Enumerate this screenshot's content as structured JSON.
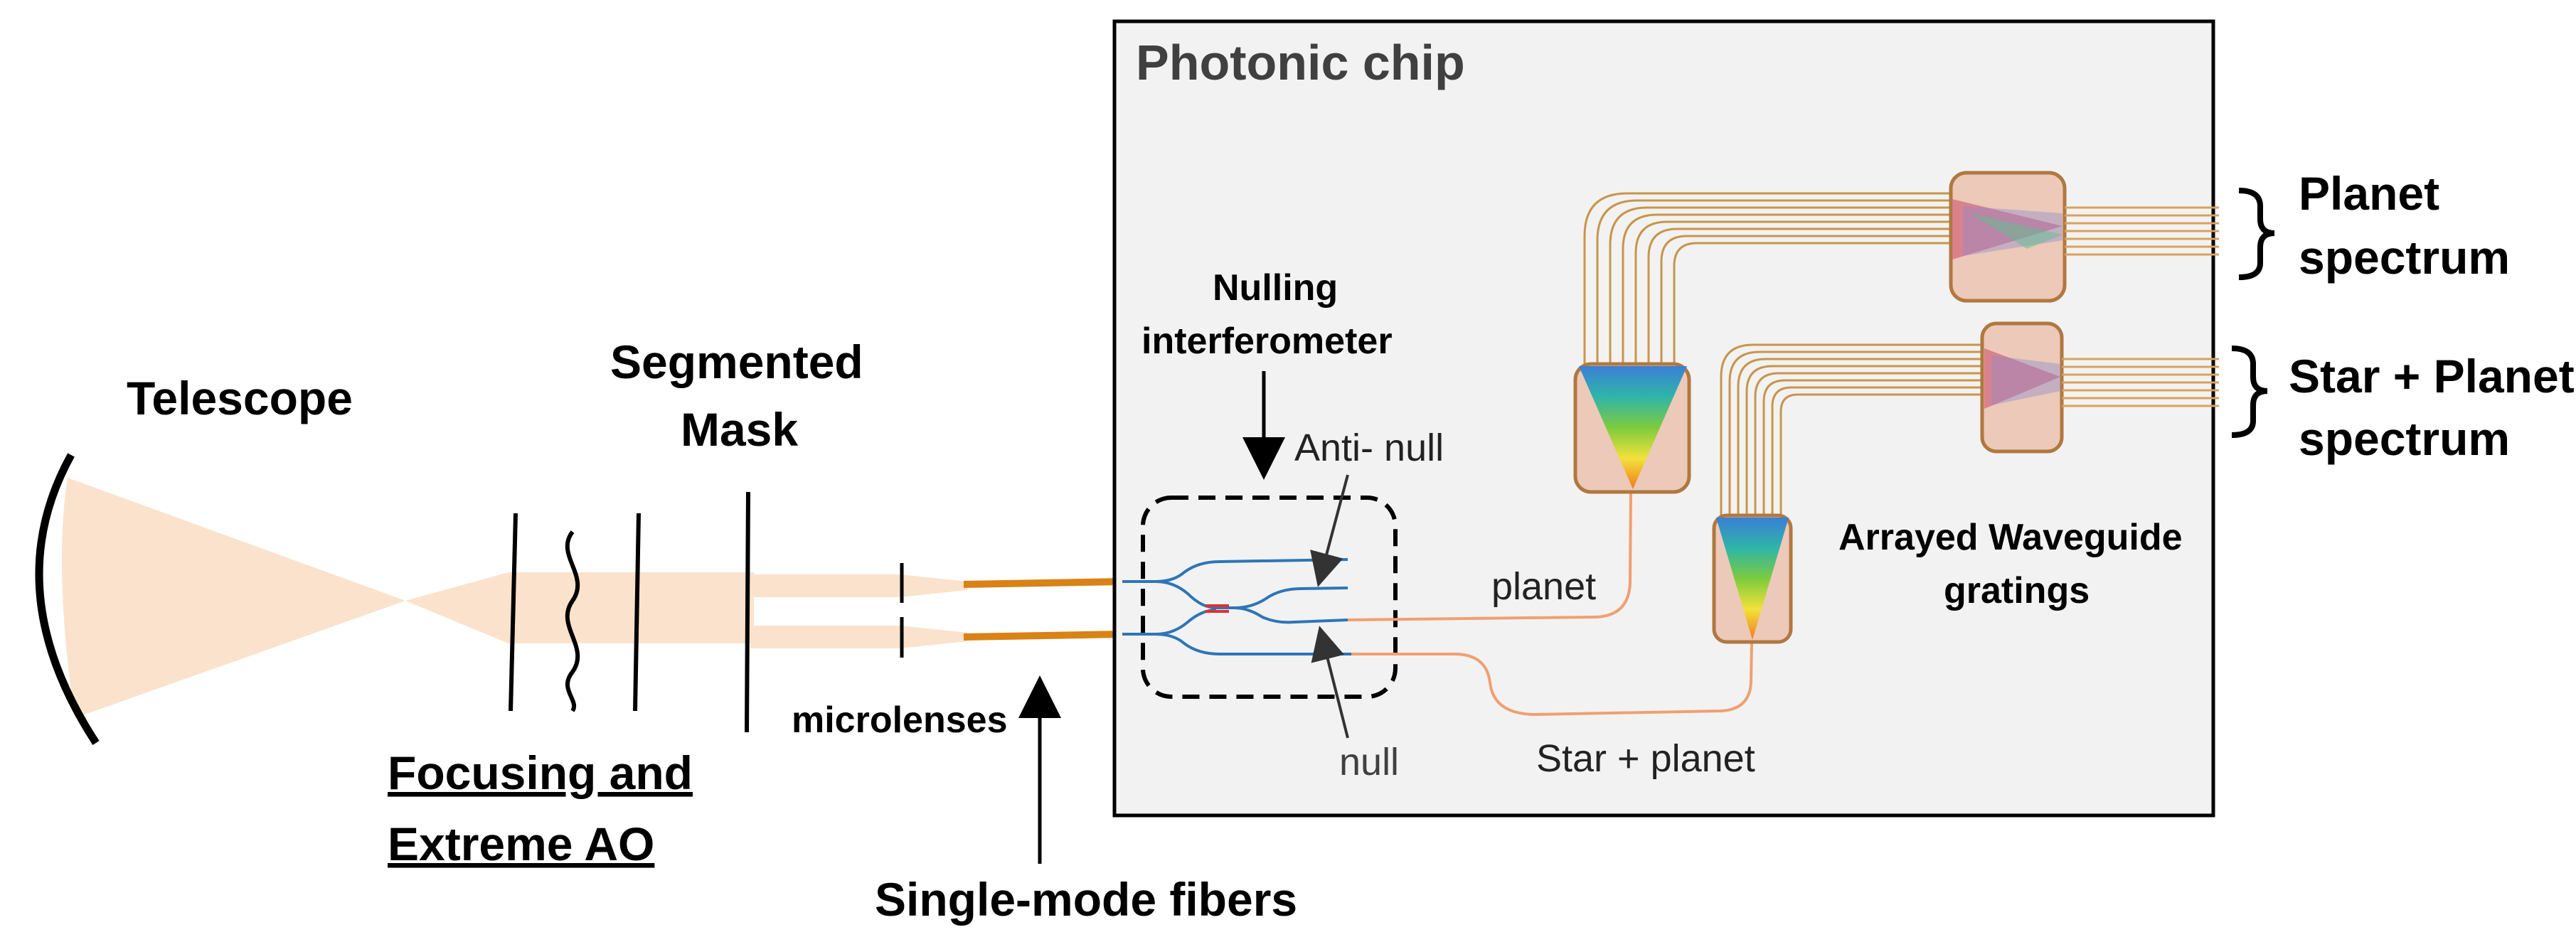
{
  "labels": {
    "telescope": "Telescope",
    "segmented_mask_line1": "Segmented",
    "segmented_mask_line2": "Mask",
    "focusing_line1": "Focusing and",
    "focusing_line2": "Extreme AO",
    "microlenses": "microlenses",
    "single_mode_fibers": "Single-mode fibers",
    "photonic_chip": "Photonic chip",
    "nulling_line1": "Nulling",
    "nulling_line2": "interferometer",
    "anti_null": "Anti- null",
    "null": "null",
    "planet": "planet",
    "star_planet": "Star + planet",
    "awg_line1": "Arrayed Waveguide",
    "awg_line2": "gratings",
    "planet_spectrum_line1": "Planet",
    "planet_spectrum_line2": "spectrum",
    "star_planet_spectrum_line1": "Star + Planet",
    "star_planet_spectrum_line2": "spectrum"
  },
  "colors": {
    "beam": "#fbe2cc",
    "fiber": "#d98216",
    "waveguide": "#2e75b6",
    "coupler": "#e03030",
    "chip_background": "#f2f2f2",
    "awg_box": "#ecc9b8",
    "awg_border": "#b07840",
    "output_waveguide": "#d9a25e"
  }
}
